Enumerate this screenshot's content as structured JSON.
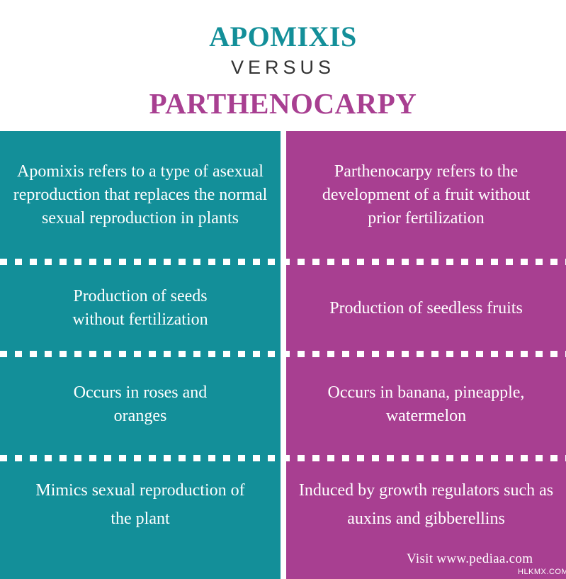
{
  "header": {
    "title_left": "APOMIXIS",
    "versus": "VERSUS",
    "title_right": "PARTHENOCARPY"
  },
  "colors": {
    "apomixis": "#138f99",
    "parthenocarpy": "#a83f91",
    "text_dark": "#333333"
  },
  "rows": [
    {
      "apomixis": "Apomixis refers to a type of asexual reproduction that replaces the normal sexual reproduction in plants",
      "parthenocarpy": "Parthenocarpy refers to the development of a fruit without prior fertilization"
    },
    {
      "apomixis": "Production of seeds without fertilization",
      "parthenocarpy": "Production of seedless fruits"
    },
    {
      "apomixis": "Occurs in roses and oranges",
      "parthenocarpy": "Occurs in banana, pineapple, watermelon"
    },
    {
      "apomixis": "Mimics sexual reproduction of the plant",
      "parthenocarpy": "Induced by growth regulators such as auxins and gibberellins"
    }
  ],
  "footer": {
    "credit": "Visit www.pediaa.com",
    "watermark": "HLKMX.COM"
  }
}
